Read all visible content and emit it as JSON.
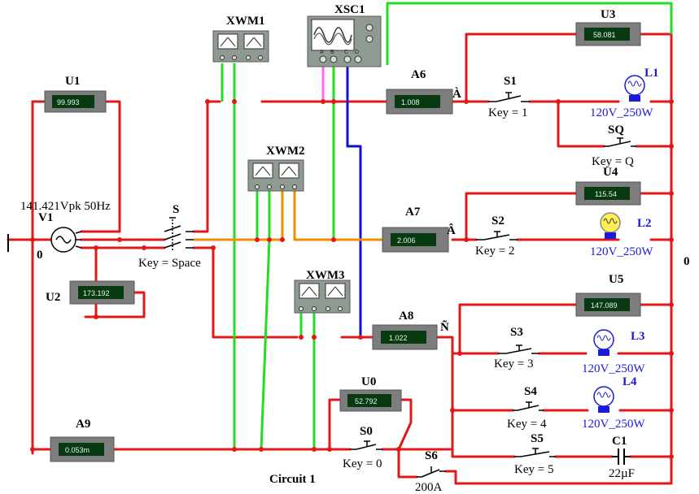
{
  "title": "Circuit 1",
  "source": {
    "ref": "V1",
    "value": "141.421Vpk 50Hz",
    "ground_label": "0"
  },
  "right_node_label": "0",
  "voltmeters": [
    {
      "ref": "U1",
      "reading": "99.993"
    },
    {
      "ref": "U2",
      "reading": "173.192"
    },
    {
      "ref": "U3",
      "reading": "58.081"
    },
    {
      "ref": "U4",
      "reading": "115.54"
    },
    {
      "ref": "U5",
      "reading": "147.089"
    },
    {
      "ref": "U0",
      "reading": "52.792"
    }
  ],
  "ammeters": [
    {
      "ref": "A6",
      "reading": "1.008"
    },
    {
      "ref": "A7",
      "reading": "2.006"
    },
    {
      "ref": "A8",
      "reading": "1.022"
    },
    {
      "ref": "A9",
      "reading": "0.053m"
    }
  ],
  "wattmeters": [
    "XWM1",
    "XWM2",
    "XWM3"
  ],
  "oscilloscope": {
    "ref": "XSC1",
    "terminals": [
      "A",
      "B",
      "C",
      "D"
    ]
  },
  "phase_labels": [
    "À",
    "Â",
    "Ñ"
  ],
  "switches": [
    {
      "ref": "S",
      "key": "Key = Space"
    },
    {
      "ref": "S1",
      "key": "Key = 1"
    },
    {
      "ref": "SQ",
      "key": "Key = Q"
    },
    {
      "ref": "S2",
      "key": "Key = 2"
    },
    {
      "ref": "S3",
      "key": "Key = 3"
    },
    {
      "ref": "S4",
      "key": "Key = 4"
    },
    {
      "ref": "S5",
      "key": "Key = 5"
    },
    {
      "ref": "S0",
      "key": "Key = 0"
    },
    {
      "ref": "S6",
      "key": "200A"
    }
  ],
  "lamps": [
    {
      "ref": "L1",
      "rating": "120V_250W",
      "lit": false
    },
    {
      "ref": "L2",
      "rating": "120V_250W",
      "lit": true
    },
    {
      "ref": "L3",
      "rating": "120V_250W",
      "lit": false
    },
    {
      "ref": "L4",
      "rating": "120V_250W",
      "lit": false
    }
  ],
  "capacitor": {
    "ref": "C1",
    "value": "22µF"
  },
  "colors": {
    "wire": "#e01818",
    "green": "#22dd22",
    "orange": "#f08c00",
    "blue": "#1010d0",
    "magenta": "#ff66ff",
    "meter_body": "#7d7d7d",
    "display": "#073a10"
  }
}
